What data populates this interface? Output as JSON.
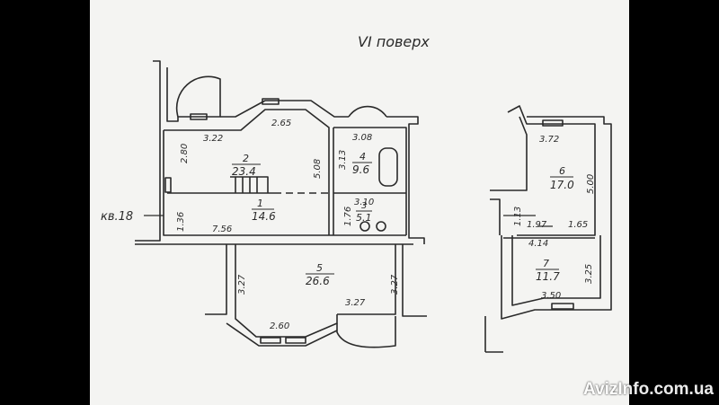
{
  "floor_title": "VI поверх",
  "apartment_label": "кв.18",
  "rooms": [
    {
      "number": "2",
      "area": "23.4"
    },
    {
      "number": "1",
      "area": "14.6"
    },
    {
      "number": "4",
      "area": "9.6"
    },
    {
      "number": "3",
      "area": "5.1"
    },
    {
      "number": "5",
      "area": "26.6"
    },
    {
      "number": "6",
      "area": "17.0"
    },
    {
      "number": "7",
      "area": "11.7"
    }
  ],
  "dimensions": {
    "d_265": "2.65",
    "d_322": "3.22",
    "d_280": "2.80",
    "d_508": "5.08",
    "d_308": "3.08",
    "d_313": "3.13",
    "d_310": "3.10",
    "d_176": "1.76",
    "d_136": "1.36",
    "d_756": "7.56",
    "d_327_left": "3.27",
    "d_327_right": "3.27",
    "d_327_bottom": "3.27",
    "d_260": "2.60",
    "d_372": "3.72",
    "d_500": "5.00",
    "d_113": "1.13",
    "d_197": "1.97",
    "d_165": "1.65",
    "d_414": "4.14",
    "d_325": "3.25",
    "d_350": "3.50"
  },
  "watermark": "AvizInfo.com.ua",
  "colors": {
    "background": "#000000",
    "paper": "#f4f4f2",
    "ink": "#2a2a2a"
  }
}
